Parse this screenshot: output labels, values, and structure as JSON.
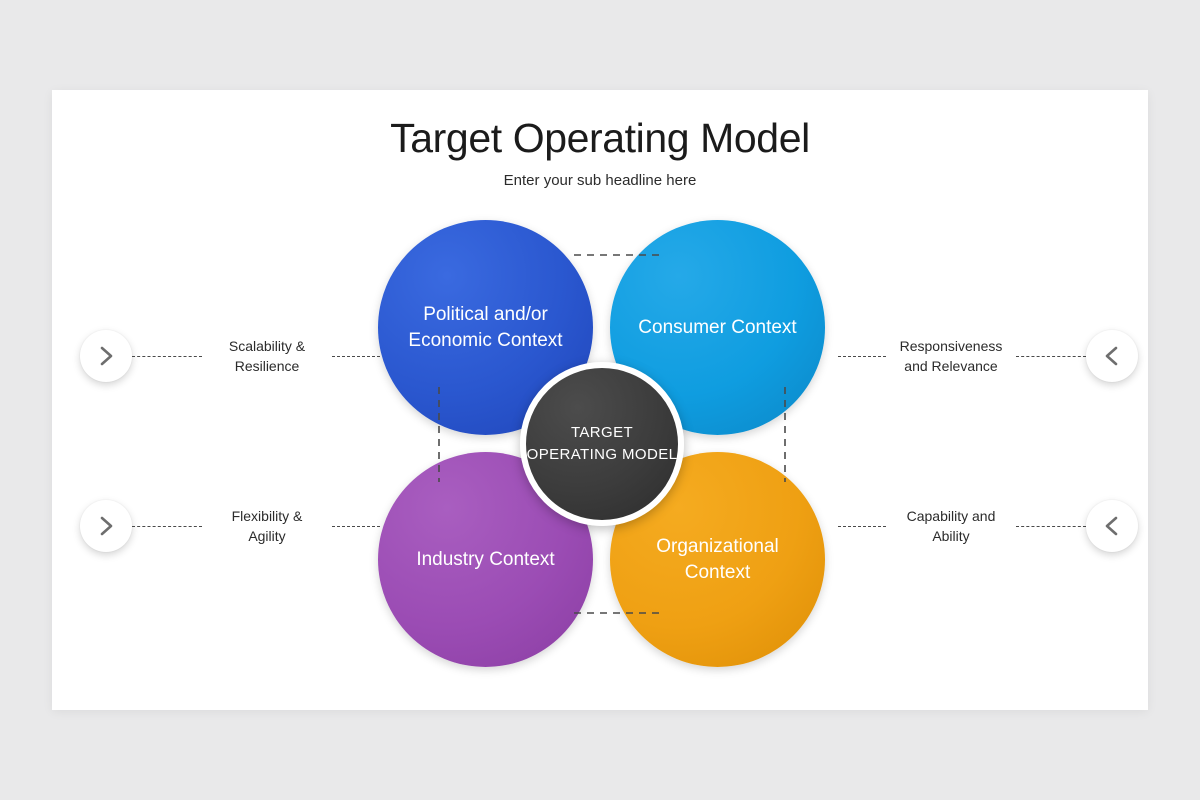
{
  "slide": {
    "title": "Target Operating Model",
    "subtitle": "Enter your sub headline here"
  },
  "center": {
    "label": "TARGET\nOPERATING\nMODEL",
    "color": "#3c3c3c"
  },
  "petals": [
    {
      "id": "political",
      "label": "Political and/or\nEconomic\nContext",
      "color": "#2a57cf"
    },
    {
      "id": "consumer",
      "label": "Consumer\nContext",
      "color": "#0f9de0"
    },
    {
      "id": "industry",
      "label": "Industry\nContext",
      "color": "#9b4cb4"
    },
    {
      "id": "organizational",
      "label": "Organizational\nContext",
      "color": "#efa013"
    }
  ],
  "callouts": [
    {
      "id": "scalability",
      "label": "Scalability &\nResilience",
      "side": "left",
      "icon": "chevron-right-icon"
    },
    {
      "id": "flexibility",
      "label": "Flexibility &\nAgility",
      "side": "left",
      "icon": "chevron-right-icon"
    },
    {
      "id": "responsiveness",
      "label": "Responsiveness\nand Relevance",
      "side": "right",
      "icon": "chevron-left-icon"
    },
    {
      "id": "capability",
      "label": "Capability and\nAbility",
      "side": "right",
      "icon": "chevron-left-icon"
    }
  ],
  "theme": {
    "background": "#e9e9ea",
    "card": "#ffffff",
    "text": "#2b2b2b",
    "connector": "#4a4a4a"
  }
}
